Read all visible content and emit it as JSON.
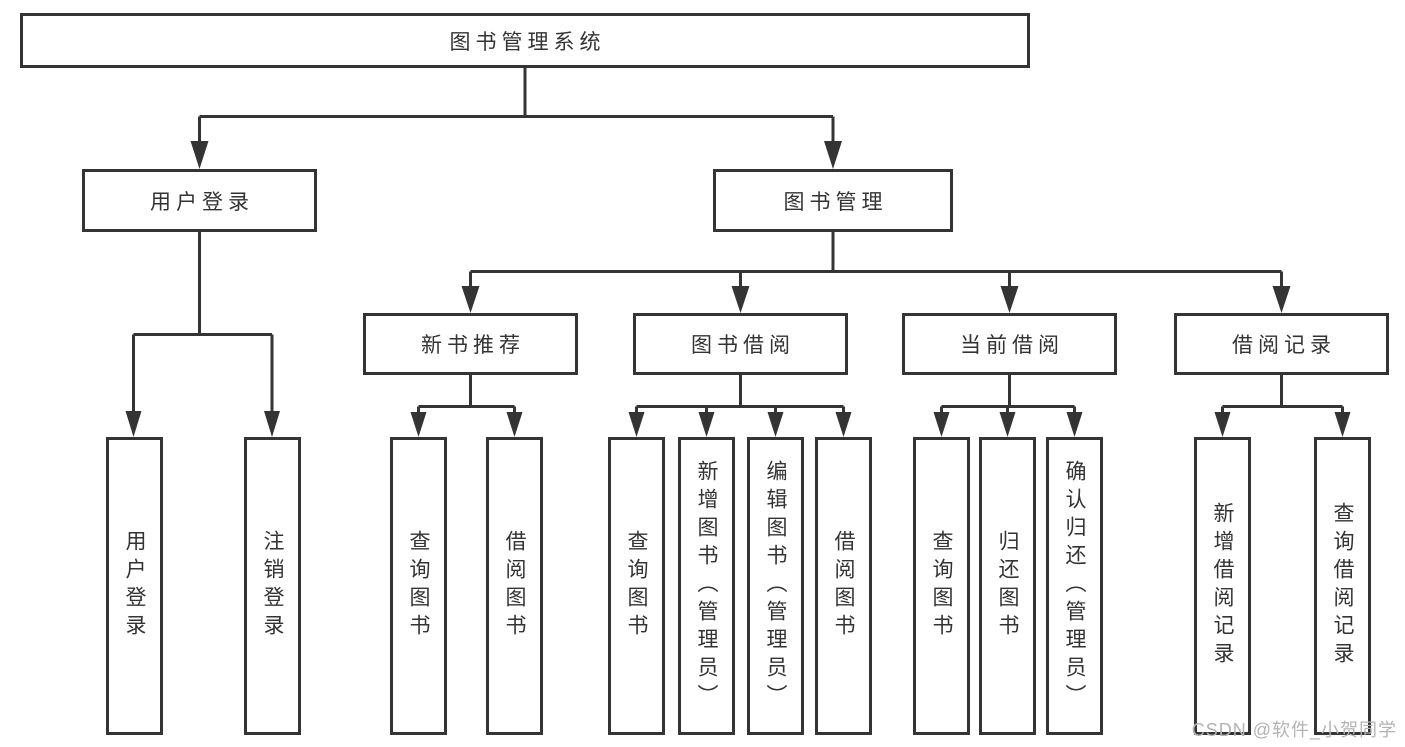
{
  "diagram": {
    "root": {
      "label": "图书管理系统"
    },
    "user_login": {
      "label": "用户登录",
      "children": [
        {
          "label": "用户登录"
        },
        {
          "label": "注销登录"
        }
      ]
    },
    "book_mgmt": {
      "label": "图书管理",
      "groups": [
        {
          "label": "新书推荐",
          "children": [
            {
              "label": "查询图书"
            },
            {
              "label": "借阅图书"
            }
          ]
        },
        {
          "label": "图书借阅",
          "children": [
            {
              "label": "查询图书"
            },
            {
              "label": "新增图书（管理员）"
            },
            {
              "label": "编辑图书（管理员）"
            },
            {
              "label": "借阅图书"
            }
          ]
        },
        {
          "label": "当前借阅",
          "children": [
            {
              "label": "查询图书"
            },
            {
              "label": "归还图书"
            },
            {
              "label": "确认归还（管理员）"
            }
          ]
        },
        {
          "label": "借阅记录",
          "children": [
            {
              "label": "新增借阅记录"
            },
            {
              "label": "查询借阅记录"
            }
          ]
        }
      ]
    }
  },
  "watermark": "CSDN @软件_小贺同学",
  "colors": {
    "line": "#343434",
    "text": "#333333",
    "watermark": "#b3b3b3",
    "background": "#ffffff"
  }
}
